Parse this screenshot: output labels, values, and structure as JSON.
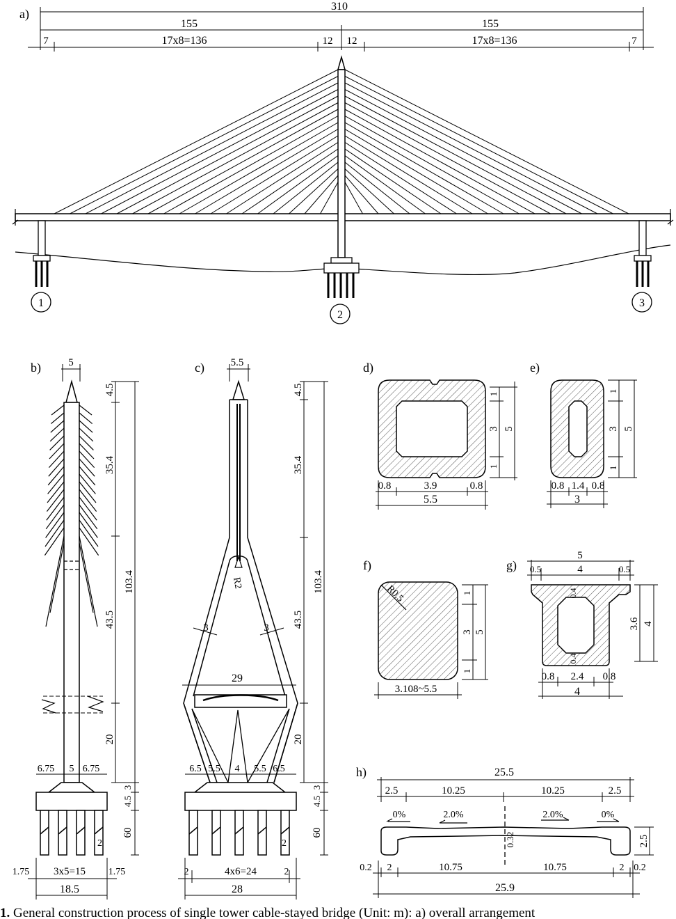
{
  "panels": {
    "a": "a)",
    "b": "b)",
    "c": "c)",
    "d": "d)",
    "e": "e)",
    "f": "f)",
    "g": "g)",
    "h": "h)"
  },
  "piers": {
    "p1": "1",
    "p2": "2",
    "p3": "3"
  },
  "dims_a": {
    "total": "310",
    "half_left": "155",
    "half_right": "155",
    "end_left": "7",
    "end_right": "7",
    "span_left": "17x8=136",
    "span_right": "17x8=136",
    "mid_left": "12",
    "mid_right": "12"
  },
  "dims_b": {
    "top_width": "5",
    "seg1": "4.5",
    "seg2": "35.4",
    "seg3": "43.5",
    "seg4": "20",
    "total": "103.4",
    "base1": "6.75",
    "base2": "5",
    "base3": "6.75",
    "f1": "3",
    "f2": "4.5",
    "f3": "60",
    "pile_gap": "2",
    "bot_left": "1.75",
    "bot_mid": "3x5=15",
    "bot_right": "1.75",
    "bot_total": "18.5"
  },
  "dims_c": {
    "top_width": "5.5",
    "seg1": "4.5",
    "seg2": "35.4",
    "seg3": "43.5",
    "seg4": "20",
    "total": "103.4",
    "radius": "R2",
    "leg_l": "3",
    "leg_r": "3",
    "beam": "29",
    "base1": "6.5",
    "base2": "5.5",
    "base3": "4",
    "base4": "5.5",
    "base5": "6.5",
    "f1": "3",
    "f2": "4.5",
    "f3": "60",
    "pile_gap": "2",
    "bot_left": "2",
    "bot_mid": "4x6=24",
    "bot_right": "2",
    "bot_total": "28"
  },
  "dims_d": {
    "w1": "0.8",
    "w2": "3.9",
    "w3": "0.8",
    "total_w": "5.5",
    "h1": "1",
    "h2": "3",
    "h3": "1",
    "total_h": "5"
  },
  "dims_e": {
    "w1": "0.8",
    "w2": "1.4",
    "w3": "0.8",
    "total_w": "3",
    "h1": "1",
    "h2": "3",
    "h3": "1",
    "total_h": "5"
  },
  "dims_f": {
    "radius": "R0.5",
    "h1": "1",
    "h2": "3",
    "h3": "1",
    "total_h": "5",
    "width": "3.108~5.5"
  },
  "dims_g": {
    "top_total": "5",
    "top_l": "0.5",
    "top_m": "4",
    "top_r": "0.5",
    "t_top": "0.4",
    "t_bot": "0.4",
    "h_in": "3.6",
    "h_total": "4",
    "b1": "0.8",
    "b2": "2.4",
    "b3": "0.8",
    "b_total": "4"
  },
  "dims_h": {
    "total_top": "25.5",
    "t1": "2.5",
    "t2": "10.25",
    "t3": "10.25",
    "t4": "2.5",
    "sl1": "0%",
    "sl2": "2.0%",
    "sl3": "2.0%",
    "sl4": "0%",
    "crown": "0.32",
    "depth": "2.5",
    "b1": "0.2",
    "b2": "2",
    "b3": "10.75",
    "b4": "10.75",
    "b5": "2",
    "b6": "0.2",
    "total_bot": "25.9"
  },
  "caption": {
    "num": "1.",
    "text": "General construction process of single tower cable-stayed bridge (Unit: m): a) overall arrangement"
  }
}
